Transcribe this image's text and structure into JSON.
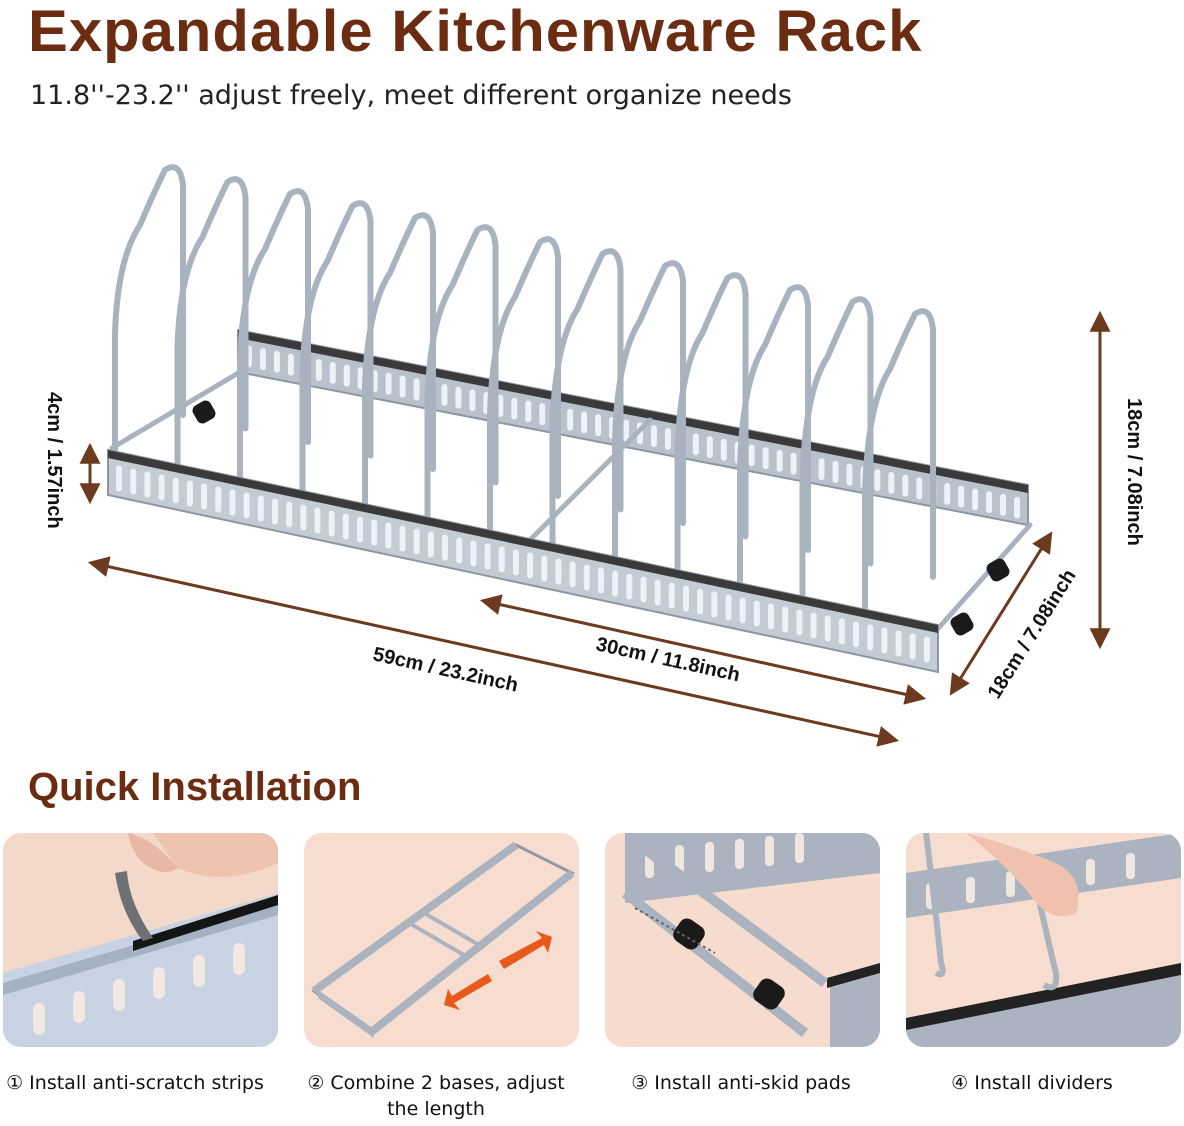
{
  "header": {
    "title": "Expandable Kitchenware Rack",
    "subtitle": "11.8''-23.2'' adjust freely, meet different organize needs"
  },
  "dimensions": {
    "height_side": "4cm / 1.57inch",
    "height_total": "18cm / 7.08inch",
    "length_full": "59cm / 23.2inch",
    "length_short": "30cm / 11.8inch",
    "depth": "18cm / 7.08inch"
  },
  "installation": {
    "heading": "Quick Installation",
    "steps": [
      {
        "label": "① Install anti-scratch strips"
      },
      {
        "label": "② Combine 2 bases, adjust the length"
      },
      {
        "label": "③ Install anti-skid pads"
      },
      {
        "label": "④ Install dividers"
      }
    ]
  },
  "colors": {
    "heading": "#6b2c12",
    "arrow": "#6b3a1f",
    "metal": "#a9b3bf",
    "panel_bg": "#f6ddcf",
    "accent_arrow": "#e8591c"
  }
}
